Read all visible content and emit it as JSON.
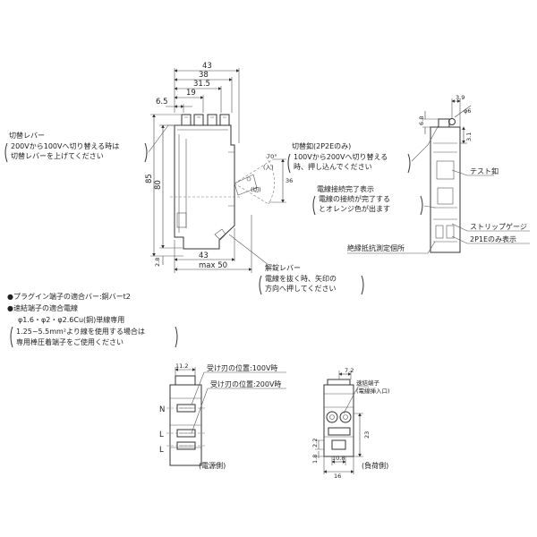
{
  "front_view": {
    "dims_top": [
      "43",
      "38",
      "31.5",
      "19",
      "6.5"
    ],
    "dim_height_85": "85",
    "dim_height_80": "80",
    "dim_bottom_2_8": "2.8",
    "dim_bottom_43": "43",
    "dim_bottom_max50": "max 50",
    "dim_angle": "70°",
    "dim_36": "36",
    "label_in": "(入)",
    "label_off": "(切)"
  },
  "side_view": {
    "dim_3_9": "3.9",
    "dim_phi6": "φ6",
    "dim_6_8": "6.8",
    "dim_3_1": "3.1"
  },
  "callouts": {
    "switch_lever_title": "切替レバー",
    "switch_lever_note_1": "200Vから100Vへ切り替える時は",
    "switch_lever_note_2": "切替レバーを上げてください",
    "switch_pin_title": "切替釦(2P2Eのみ)",
    "switch_pin_note_1": "100Vから200Vへ切り替える",
    "switch_pin_note_2": "時、押し込んでください",
    "connection_title": "電線接続完了表示",
    "connection_note_1": "電線の接続が完了する",
    "connection_note_2": "とオレンジ色が出ます",
    "test_button": "テスト釦",
    "strip_gauge": "ストリップゲージ",
    "only_2p1e": "2P1Eのみ表示",
    "insulation_point": "絶縁抵抗測定個所",
    "release_lever_title": "解錠レバー",
    "release_lever_note_1": "電線を抜く時、矢印の",
    "release_lever_note_2": "方向へ押してください"
  },
  "notes": {
    "bullet_1": "●プラグイン端子の適合バー:銅バーt2",
    "bullet_2": "●速結端子の適合電線",
    "bullet_2_line_2": "φ1.6・φ2・φ2.6Cu(銅)単線専用",
    "paren_1": "1.25~5.5mm²より線を使用する場合は",
    "paren_2": "専用棒圧着端子をご使用ください"
  },
  "power_side": {
    "dim_11_2": "11.2",
    "blade_100v": "受け刃の位置:100V時",
    "blade_200v": "受け刃の位置:200V時",
    "label_n": "N",
    "label_l1": "L",
    "label_l2": "L",
    "caption": "(電源側)"
  },
  "load_side": {
    "dim_7_2": "7.2",
    "terminal_title": "速結端子",
    "terminal_sub": "(電線挿入口)",
    "dim_23": "23",
    "dim_2_2": "2.2",
    "dim_1_8": "1.8",
    "dim_10_8": "10.8",
    "dim_16": "16",
    "caption": "(負荷側)"
  }
}
